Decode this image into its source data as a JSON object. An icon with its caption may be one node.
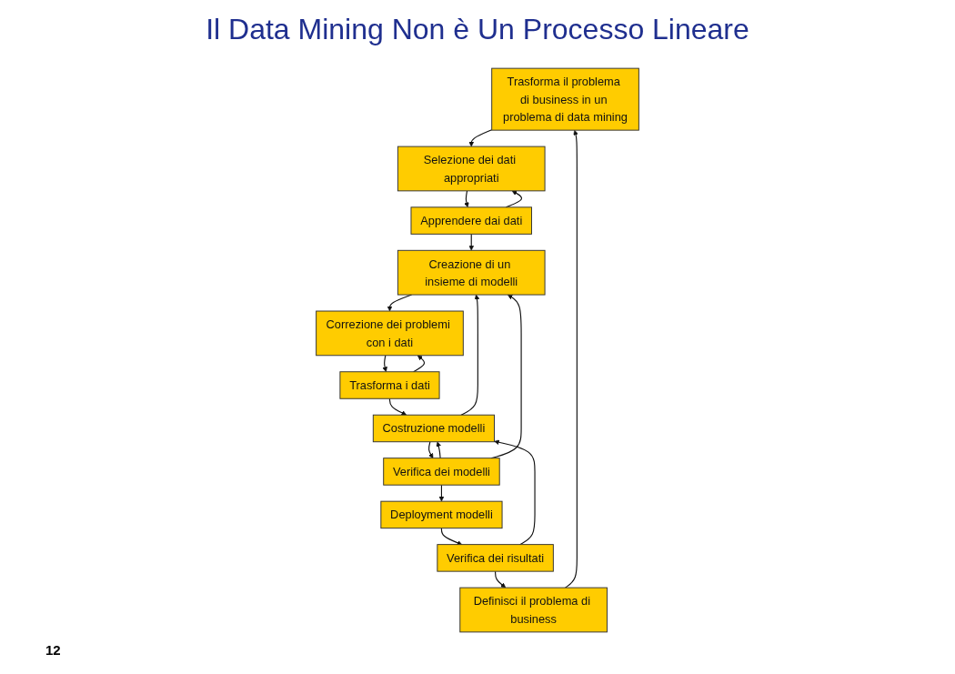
{
  "diagram": {
    "title": "Il Data Mining Non è Un Processo Lineare",
    "nodes": [
      {
        "text": [
          "Trasforma il problema di business in un problema di data mining"
        ]
      },
      {
        "text": [
          "Definisci il problema di business"
        ]
      },
      {
        "text": [
          "Selezione dei dati appropriati"
        ]
      },
      {
        "text": [
          "Apprendere dai dati"
        ]
      },
      {
        "text": [
          "Verifica dei risultati"
        ]
      },
      {
        "text": [
          "Creazione di un insieme di modelli"
        ]
      },
      {
        "text": [
          "Deployment modelli"
        ]
      },
      {
        "text": [
          "Correzione dei problemi con i dati"
        ]
      },
      {
        "text": [
          "Verifica dei modelli"
        ]
      },
      {
        "text": [
          "Trasforma i dati"
        ]
      },
      {
        "text": [
          "Costruzione modelli"
        ]
      }
    ],
    "edges": [
      {
        "from": 1,
        "to": 0,
        "arrow": "to"
      },
      {
        "from": 0,
        "to": 2,
        "arrow": "to"
      },
      {
        "from": 2,
        "to": 3,
        "arrow": "to"
      },
      {
        "from": 3,
        "to": 2,
        "arrow": "to"
      },
      {
        "from": 3,
        "to": 5,
        "arrow": "to"
      },
      {
        "from": 5,
        "to": 7,
        "arrow": "to"
      },
      {
        "from": 7,
        "to": 9,
        "arrow": "to"
      },
      {
        "from": 9,
        "to": 7,
        "arrow": "to"
      },
      {
        "from": 9,
        "to": 10,
        "arrow": "to"
      },
      {
        "from": 10,
        "to": 5,
        "arrow": "to"
      },
      {
        "from": 10,
        "to": 8,
        "arrow": "to"
      },
      {
        "from": 8,
        "to": 10,
        "arrow": "to"
      },
      {
        "from": 4,
        "to": 10,
        "arrow": "to"
      },
      {
        "from": 8,
        "to": 5,
        "arrow": "to"
      },
      {
        "from": 8,
        "to": 6,
        "arrow": "to"
      },
      {
        "from": 6,
        "to": 4,
        "arrow": "to"
      },
      {
        "from": 4,
        "to": 1,
        "arrow": "to"
      }
    ],
    "labels": [
      "12"
    ]
  }
}
